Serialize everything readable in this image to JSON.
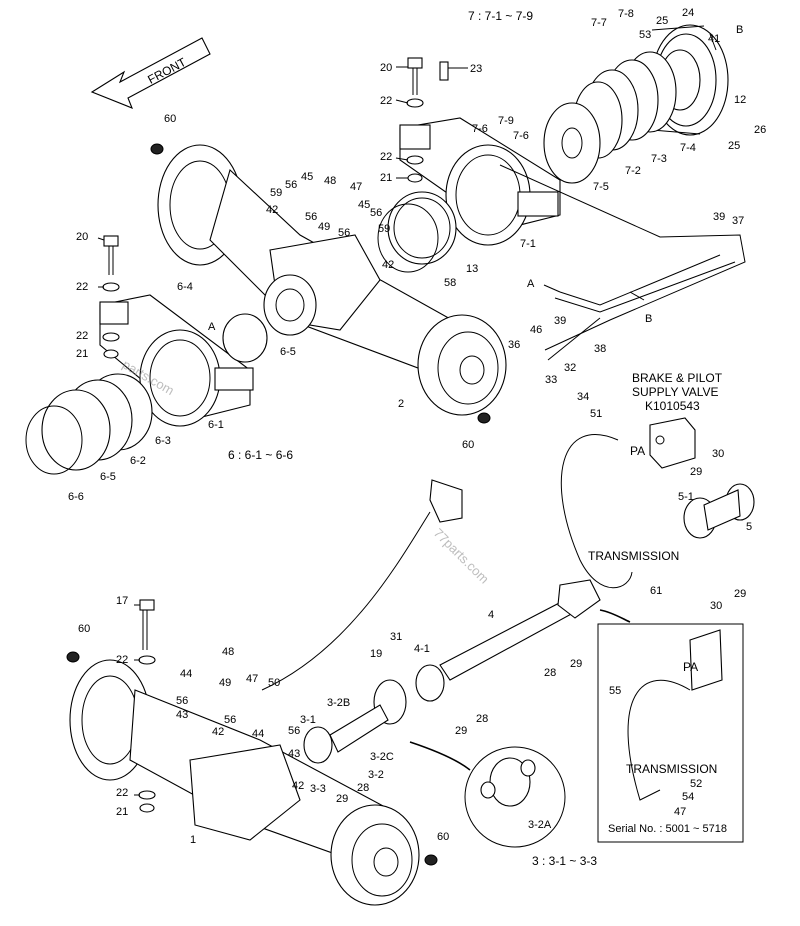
{
  "front_arrow": "FRONT",
  "groups": {
    "g7": "7 : 7-1 ~ 7-9",
    "g6": "6 : 6-1 ~ 6-6",
    "g3": "3 : 3-1 ~ 3-3"
  },
  "valve": {
    "line1": "BRAKE & PILOT",
    "line2": "SUPPLY VALVE",
    "line3": "K1010543",
    "port": "PA"
  },
  "transmission_main": "TRANSMISSION",
  "inset": {
    "port": "PA",
    "transmission": "TRANSMISSION",
    "serial": "Serial No. : 5001 ~ 5718"
  },
  "watermarks": [
    "parts.com",
    "77parts.com"
  ],
  "callouts": {
    "c7_7": "7-7",
    "c7_8": "7-8",
    "c25a": "25",
    "c24": "24",
    "cB1": "B",
    "c53": "53",
    "c41": "41",
    "c12": "12",
    "c26": "26",
    "c25b": "25",
    "c7_4": "7-4",
    "c7_3": "7-3",
    "c7_2": "7-2",
    "c7_5": "7-5",
    "c20a": "20",
    "c23": "23",
    "c22a": "22",
    "c22b": "22",
    "c21a": "21",
    "c7_6a": "7-6",
    "c7_9": "7-9",
    "c7_6b": "7-6",
    "c7_1": "7-1",
    "c60a": "60",
    "c59a": "59",
    "c56a": "56",
    "c45a": "45",
    "c48a": "48",
    "c47a": "47",
    "c42a": "42",
    "c56b": "56",
    "c49a": "49",
    "c56c": "56",
    "c45b": "45",
    "c56d": "56",
    "c59b": "59",
    "c42b": "42",
    "c13": "13",
    "c58": "58",
    "c39a": "39",
    "c37": "37",
    "cA1": "A",
    "c39b": "39",
    "cB2": "B",
    "c20b": "20",
    "c22c": "22",
    "c6_4": "6-4",
    "cA2": "A",
    "c22d": "22",
    "c21b": "21",
    "c6_5a": "6-5",
    "c46": "46",
    "c38": "38",
    "c36": "36",
    "c32": "32",
    "c33": "33",
    "c2": "2",
    "c34": "34",
    "c51": "51",
    "c6_1": "6-1",
    "c6_3": "6-3",
    "c6_2": "6-2",
    "c6_5b": "6-5",
    "c6_6": "6-6",
    "c60b": "60",
    "c30a": "30",
    "c29a": "29",
    "c5_1": "5-1",
    "c5": "5",
    "c61": "61",
    "c30b": "30",
    "c29b": "29",
    "c17": "17",
    "c4": "4",
    "c60c": "60",
    "c22e": "22",
    "c31": "31",
    "c4_1": "4-1",
    "c19": "19",
    "c28a": "28",
    "c29c": "29",
    "c48b": "48",
    "c44a": "44",
    "c49b": "49",
    "c47b": "47",
    "c50": "50",
    "c56e": "56",
    "c43a": "43",
    "c56f": "56",
    "c42c": "42",
    "c44b": "44",
    "c3_2B": "3-2B",
    "c3_1": "3-1",
    "c56g": "56",
    "c43b": "43",
    "c3_3": "3-3",
    "c42d": "42",
    "c3_2": "3-2",
    "c3_2C": "3-2C",
    "c28b": "28",
    "c29d": "29",
    "c28c": "28",
    "c29e": "29",
    "c22f": "22",
    "c21c": "21",
    "c1": "1",
    "c60d": "60",
    "c3_2A": "3-2A",
    "c55": "55",
    "c52": "52",
    "c54": "54",
    "c47c": "47"
  }
}
